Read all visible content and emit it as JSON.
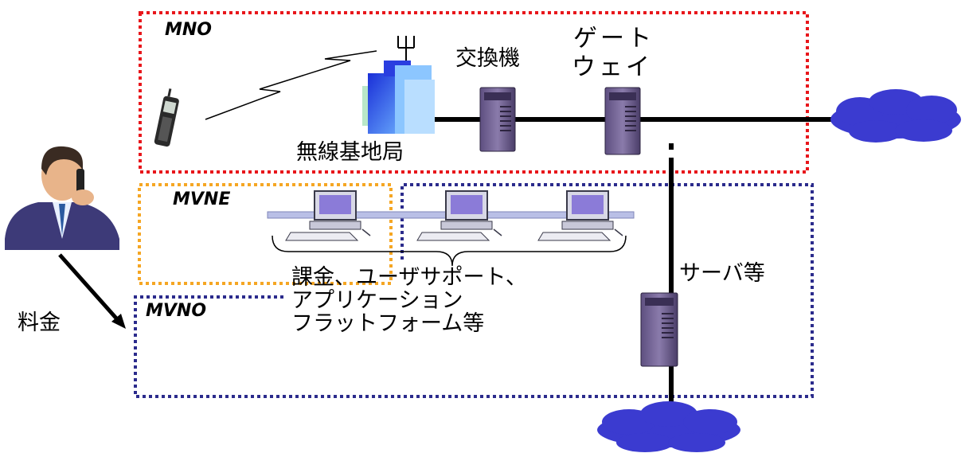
{
  "regions": {
    "mno": "MNO",
    "mvne": "MVNE",
    "mvno": "MVNO"
  },
  "labels": {
    "gateway_line1": "ゲート",
    "gateway_line2": "ウェイ",
    "exchange": "交換機",
    "base_station": "無線基地局",
    "server": "サーバ等",
    "platform_line1": "課金、ユーザサポート、",
    "platform_line2": "アプリケーション",
    "platform_line3": "フラットフォーム等",
    "fee": "料金"
  },
  "colors": {
    "mno_border": "#e8161b",
    "mvne_border": "#f5a623",
    "mvno_border": "#2b2b8c",
    "cloud": "#3b3bd0",
    "server_body": "#7a6a9a"
  },
  "icons": [
    "mobile-phone-icon",
    "antenna-icon",
    "building-icon",
    "server-icon",
    "computer-icon",
    "cloud-icon",
    "person-icon"
  ]
}
